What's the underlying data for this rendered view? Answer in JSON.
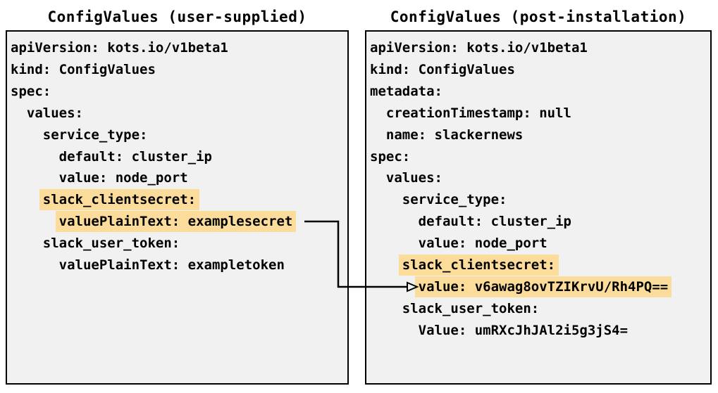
{
  "colors": {
    "highlight": "#fbdc9a",
    "panel_bg": "#f1f1f1",
    "border": "#000000",
    "arrow": "#000000"
  },
  "panels": [
    {
      "title": "ConfigValues (user-supplied)",
      "lines": [
        {
          "indent": 0,
          "text": "apiVersion: kots.io/v1beta1",
          "highlight": false
        },
        {
          "indent": 0,
          "text": "kind: ConfigValues",
          "highlight": false
        },
        {
          "indent": 0,
          "text": "spec:",
          "highlight": false
        },
        {
          "indent": 2,
          "text": "values:",
          "highlight": false
        },
        {
          "indent": 4,
          "text": "service_type:",
          "highlight": false
        },
        {
          "indent": 6,
          "text": "default: cluster_ip",
          "highlight": false
        },
        {
          "indent": 6,
          "text": "value: node_port",
          "highlight": false
        },
        {
          "indent": 4,
          "text": "slack_clientsecret:",
          "highlight": true
        },
        {
          "indent": 6,
          "text": "valuePlainText: examplesecret",
          "highlight": true
        },
        {
          "indent": 4,
          "text": "slack_user_token:",
          "highlight": false
        },
        {
          "indent": 6,
          "text": "valuePlainText: exampletoken",
          "highlight": false
        }
      ]
    },
    {
      "title": "ConfigValues (post-installation)",
      "lines": [
        {
          "indent": 0,
          "text": "apiVersion: kots.io/v1beta1",
          "highlight": false
        },
        {
          "indent": 0,
          "text": "kind: ConfigValues",
          "highlight": false
        },
        {
          "indent": 0,
          "text": "metadata:",
          "highlight": false
        },
        {
          "indent": 2,
          "text": "creationTimestamp: null",
          "highlight": false
        },
        {
          "indent": 2,
          "text": "name: slackernews",
          "highlight": false
        },
        {
          "indent": 0,
          "text": "spec:",
          "highlight": false
        },
        {
          "indent": 2,
          "text": "values:",
          "highlight": false
        },
        {
          "indent": 4,
          "text": "service_type:",
          "highlight": false
        },
        {
          "indent": 6,
          "text": "default: cluster_ip",
          "highlight": false
        },
        {
          "indent": 6,
          "text": "value: node_port",
          "highlight": false
        },
        {
          "indent": 4,
          "text": "slack_clientsecret:",
          "highlight": true
        },
        {
          "indent": 6,
          "text": "value: v6awag8ovTZIKrvU/Rh4PQ==",
          "highlight": true
        },
        {
          "indent": 4,
          "text": "slack_user_token:",
          "highlight": false
        },
        {
          "indent": 6,
          "text": "Value: umRXcJhJAl2i5g3jS4=",
          "highlight": false
        }
      ]
    }
  ],
  "connector": {
    "from_text": "valuePlainText: examplesecret",
    "to_text": "value: v6awag8ovTZIKrvU/Rh4PQ=="
  }
}
